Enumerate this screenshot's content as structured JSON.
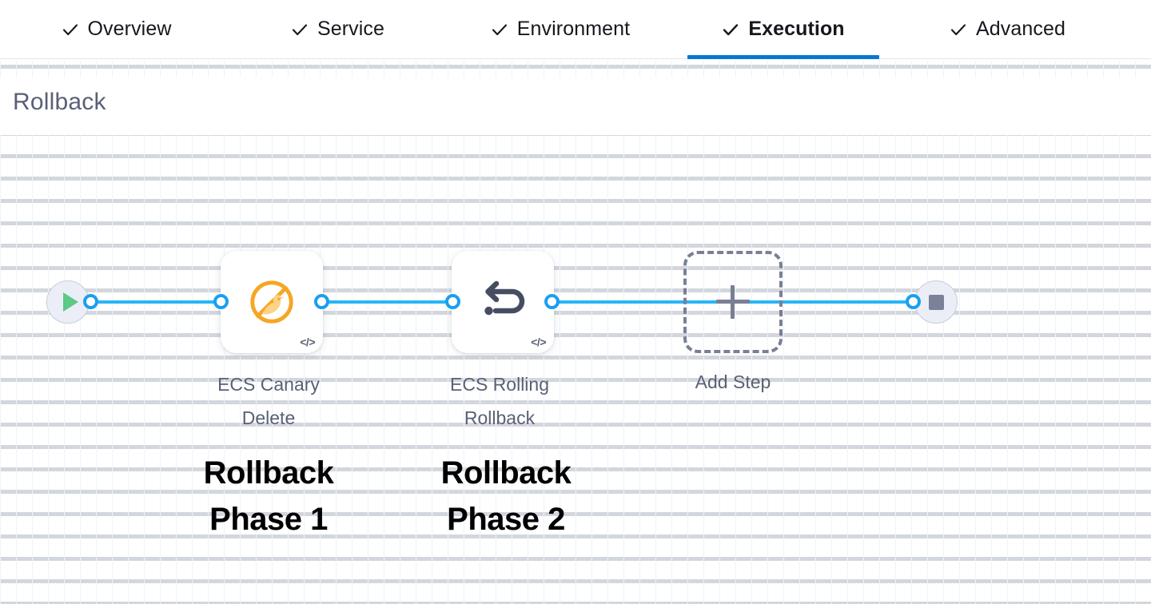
{
  "tabs": [
    {
      "label": "Overview",
      "icon": "check-icon",
      "state": "complete",
      "active": false
    },
    {
      "label": "Service",
      "icon": "check-icon",
      "state": "complete",
      "active": false
    },
    {
      "label": "Environment",
      "icon": "check-icon",
      "state": "complete",
      "active": false
    },
    {
      "label": "Execution",
      "icon": "check-icon",
      "state": "complete",
      "active": true
    },
    {
      "label": "Advanced",
      "icon": "check-icon",
      "state": "complete",
      "active": false
    }
  ],
  "page": {
    "title": "Rollback"
  },
  "pipeline": {
    "start_node": {
      "name": "start-node",
      "icon": "play-icon"
    },
    "end_node": {
      "name": "end-node",
      "icon": "stop-icon"
    },
    "steps": [
      {
        "label": "ECS Canary\nDelete",
        "icon": "ecs-canary-delete-icon",
        "badge": "</>",
        "annotation": "Rollback\nPhase 1"
      },
      {
        "label": "ECS Rolling\nRollback",
        "icon": "rollback-arrow-icon",
        "badge": "</>",
        "annotation": "Rollback\nPhase 2"
      }
    ],
    "add_step": {
      "label": "Add Step",
      "icon": "plus-icon"
    }
  },
  "colors": {
    "active_tab_underline": "#0278d5",
    "connector_line": "#29b5f6",
    "connector_dot_border": "#1a9ff0",
    "title_text": "#596076",
    "canary_icon": "#f6a623",
    "rollback_icon": "#474d61",
    "play_icon": "#5cc986",
    "stop_icon": "#7c819a",
    "terminal_fill": "#eceef7",
    "add_step_dash": "#7a7f95",
    "annotation_text": "#000000"
  }
}
